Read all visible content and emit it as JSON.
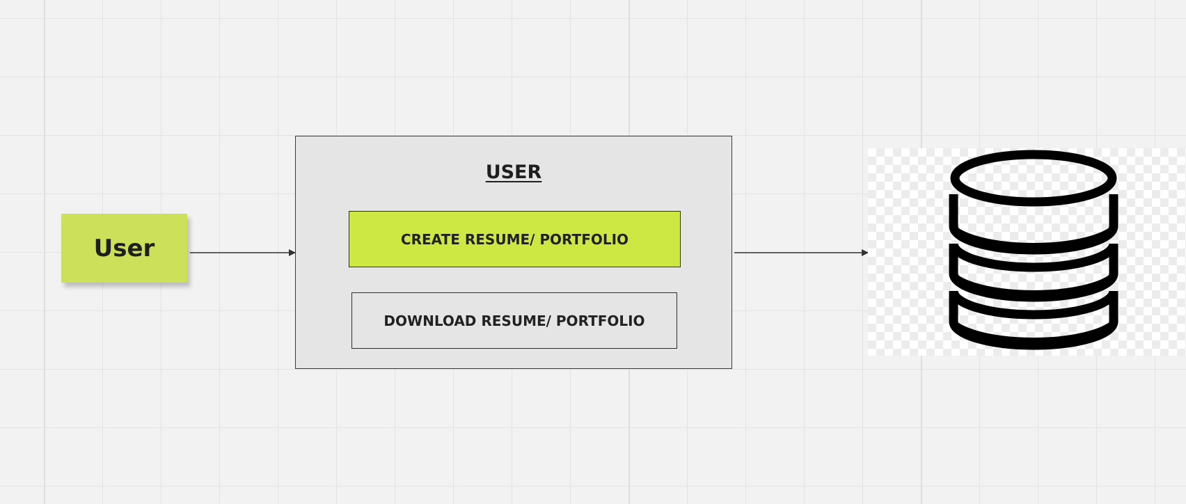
{
  "board": {
    "grid_color": "#e3e3e3",
    "background_color": "#f2f2f2"
  },
  "sticky_note": {
    "label": "User",
    "color": "#cde05a"
  },
  "frame": {
    "title": "USER",
    "buttons": [
      {
        "label": "CREATE RESUME/ PORTFOLIO",
        "color": "#cde843"
      },
      {
        "label": "DOWNLOAD RESUME/ PORTFOLIO",
        "color": "#e5e5e5"
      }
    ]
  },
  "database": {
    "icon": "database-icon"
  }
}
